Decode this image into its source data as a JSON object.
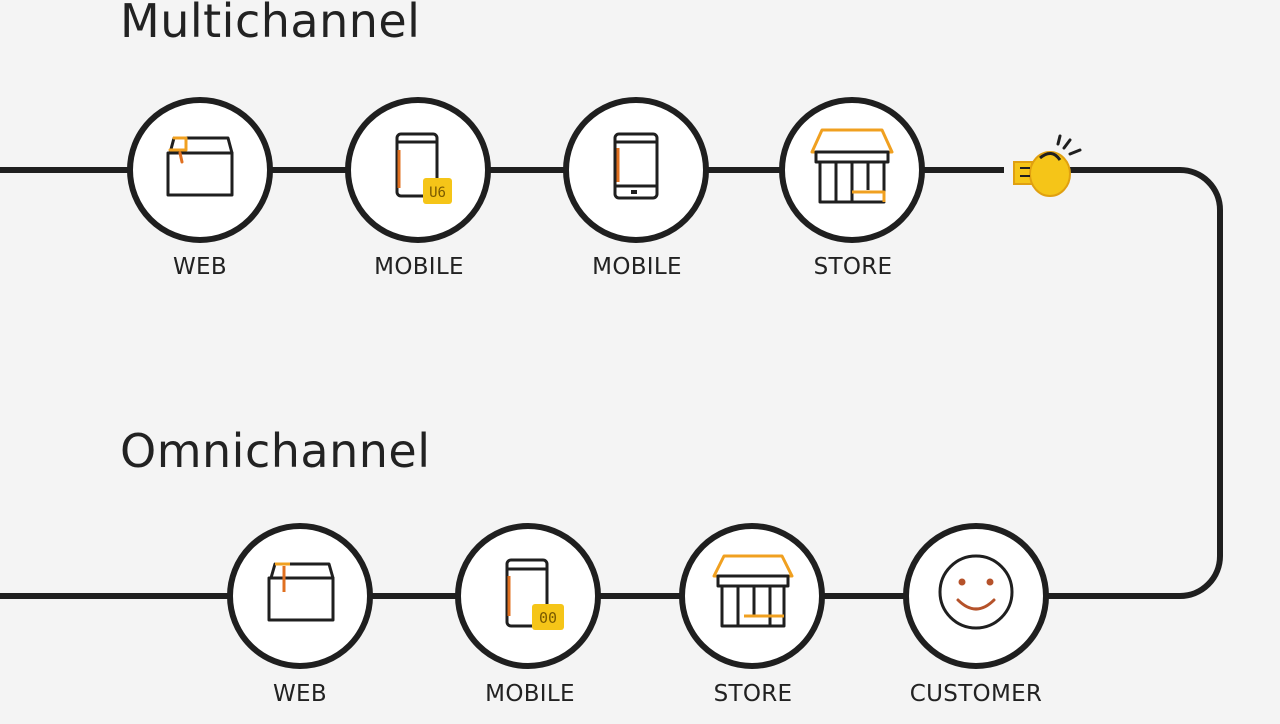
{
  "multichannel": {
    "title": "Multichannel",
    "nodes": [
      {
        "label": "WEB",
        "icon": "box-icon"
      },
      {
        "label": "MOBILE",
        "icon": "phone-app-icon",
        "badge": "U6"
      },
      {
        "label": "MOBILE",
        "icon": "tablet-icon"
      },
      {
        "label": "STORE",
        "icon": "storefront-icon"
      }
    ],
    "end_icon": "sparkle-hand-icon"
  },
  "omnichannel": {
    "title": "Omnichannel",
    "nodes": [
      {
        "label": "WEB",
        "icon": "box-icon"
      },
      {
        "label": "MOBILE",
        "icon": "phone-app-icon",
        "badge": "00"
      },
      {
        "label": "STORE",
        "icon": "storefront-icon"
      },
      {
        "label": "CUSTOMER",
        "icon": "smiley-face-icon"
      }
    ]
  },
  "colors": {
    "line": "#1f1f1f",
    "accent_orange": "#f0a020",
    "accent_yellow": "#f5c518",
    "face": "#b5522a",
    "background": "#f4f4f4"
  }
}
